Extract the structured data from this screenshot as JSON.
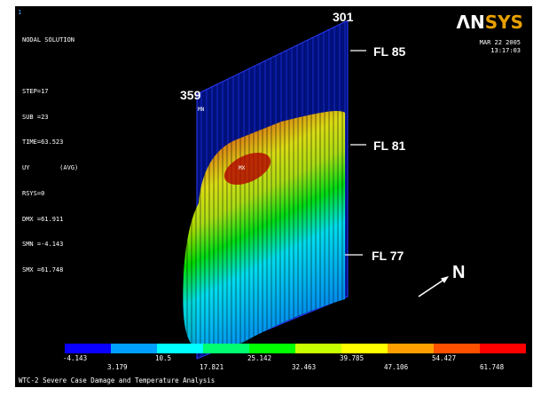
{
  "window_number": "1",
  "solution_info": {
    "lines": [
      "NODAL SOLUTION",
      "",
      "STEP=17",
      "SUB =23",
      "TIME=63.523",
      "UY        (AVG)",
      "RSYS=0",
      "DMX =61.911",
      "SMN =-4.143",
      "SMX =61.748"
    ]
  },
  "logo": {
    "part1": "ΛN",
    "part2": "SYS"
  },
  "datetime": {
    "date": "MAR 22 2005",
    "time": "13:17:03"
  },
  "annotations": {
    "col_301": "301",
    "col_359": "359",
    "fl_85": "FL 85",
    "fl_81": "FL 81",
    "fl_77": "FL 77",
    "north": "N",
    "mn": "MN",
    "mx": "MX"
  },
  "legend": {
    "colors": [
      "#0a00ff",
      "#00a0ff",
      "#00ffff",
      "#00ff70",
      "#00ff00",
      "#c8ff00",
      "#ffff00",
      "#ffa000",
      "#ff5000",
      "#ff0000"
    ],
    "upper_values": [
      "-4.143",
      "10.5",
      "25.142",
      "39.785",
      "54.427"
    ],
    "lower_values": [
      "3.179",
      "17.821",
      "32.463",
      "47.106",
      "61.748"
    ]
  },
  "caption": "WTC-2 Severe Case Damage and Temperature Analysis"
}
